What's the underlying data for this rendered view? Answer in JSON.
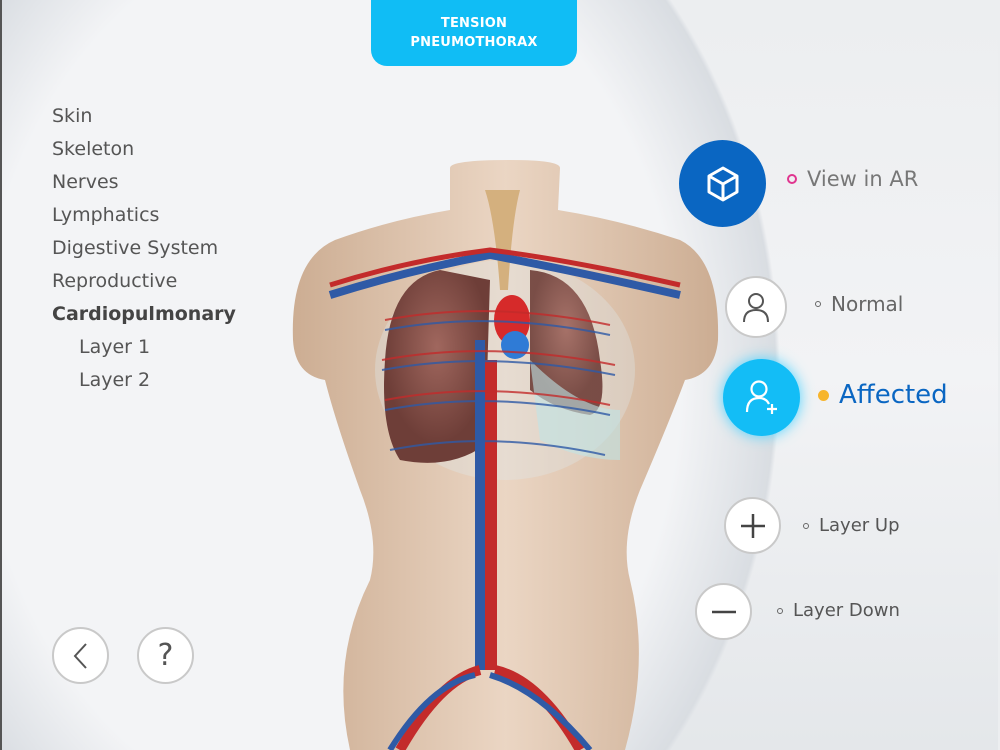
{
  "header": {
    "title_line1": "TENSION",
    "title_line2": "PNEUMOTHORAX"
  },
  "menu": {
    "items": [
      {
        "label": "Skin"
      },
      {
        "label": "Skeleton"
      },
      {
        "label": "Nerves"
      },
      {
        "label": "Lymphatics"
      },
      {
        "label": "Digestive System"
      },
      {
        "label": "Reproductive"
      },
      {
        "label": "Cardiopulmonary",
        "active": true
      },
      {
        "label": "Layer 1"
      },
      {
        "label": "Layer 2"
      }
    ]
  },
  "controls": {
    "view_ar": "View in AR",
    "normal": "Normal",
    "affected": "Affected",
    "layer_up": "Layer Up",
    "layer_down": "Layer Down"
  },
  "colors": {
    "accent": "#10bdf5",
    "ar_blue": "#0a66c2",
    "affected_text": "#0a66c2",
    "affected_dot": "#f7b52c",
    "ar_dot": "#e0358f"
  },
  "icons": [
    "cube-icon",
    "user-icon",
    "user-plus-icon",
    "plus-icon",
    "minus-icon",
    "chevron-left-icon",
    "question-icon"
  ]
}
